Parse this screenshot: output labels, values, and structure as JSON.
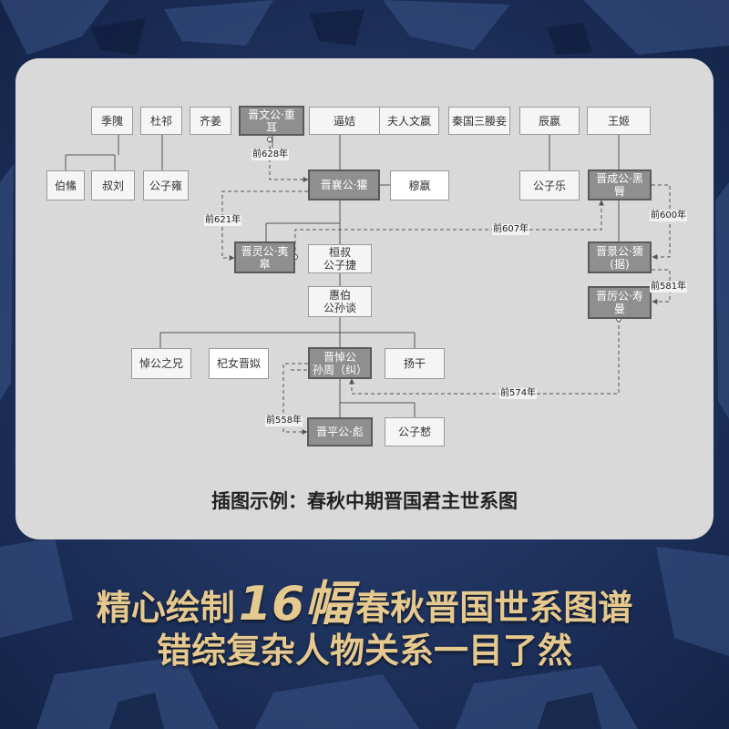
{
  "nodes": {
    "jikui": "季隗",
    "duqi": "杜祁",
    "qijiang": "齐姜",
    "wengong": "晋文公·重\n耳",
    "bianji": "逼姞",
    "wenying": "夫人文嬴",
    "qinyingqie": "秦国三媵妾",
    "chenying": "辰嬴",
    "wangji": "王姬",
    "boshu": "伯鯈",
    "shuliu": "叔刘",
    "gongziyong": "公子雍",
    "xianggong": "晋襄公·獾",
    "muying": "穆嬴",
    "gongzile": "公子乐",
    "chenggong": "晋成公·黑\n臀",
    "linggong": "晋灵公·夷\n皋",
    "huanshu": "桓叔\n公子捷",
    "jinggong": "晋景公·獳\n(据)",
    "huibo": "惠伯\n公孙谈",
    "ligong": "晋厉公·寿\n曼",
    "daogongxiong": "悼公之兄",
    "qinv": "杞女晋姒",
    "daogong": "晋悼公\n孙周（纠）",
    "yanggan": "扬干",
    "pinggong": "晋平公·彪",
    "gongziyin": "公子慭"
  },
  "edge_labels": {
    "y628": "前628年",
    "y621": "前621年",
    "y607": "前607年",
    "y600": "前600年",
    "y581": "前581年",
    "y574": "前574年",
    "y558": "前558年"
  },
  "caption": "插图示例：春秋中期晋国君主世系图",
  "tagline1_pre": "精心绘制",
  "tagline1_num": "16幅",
  "tagline1_post": "春秋晋国世系图谱",
  "tagline2": "错综复杂人物关系一目了然",
  "colors": {
    "background": "#1b2f5c",
    "card": "#d9d9d9",
    "tagline": "#e6c98e",
    "ruler_node": "#8f8f8f"
  }
}
